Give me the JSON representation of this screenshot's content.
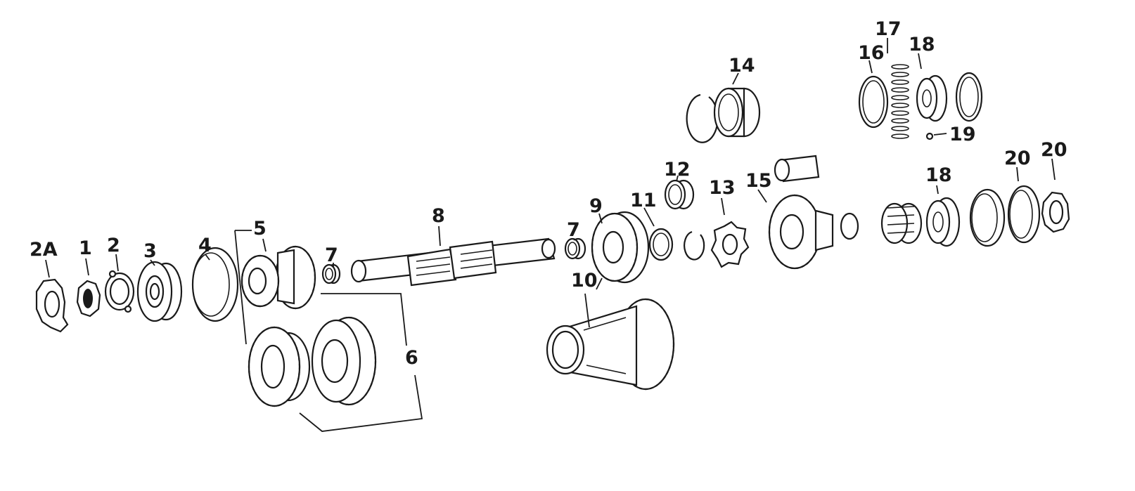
{
  "diagram": {
    "callouts": {
      "c2A": "2A",
      "c1": "1",
      "c2": "2",
      "c3": "3",
      "c4": "4",
      "c5": "5",
      "c6": "6",
      "c7a": "7",
      "c7b": "7",
      "c8": "8",
      "c9": "9",
      "c10": "10",
      "c11": "11",
      "c12": "12",
      "c13": "13",
      "c14": "14",
      "c15": "15",
      "c16": "16",
      "c17": "17",
      "c18a": "18",
      "c18b": "18",
      "c19": "19",
      "c20a": "20",
      "c20b": "20"
    },
    "colors": {
      "line": "#1a1a1a",
      "background": "#ffffff"
    }
  }
}
